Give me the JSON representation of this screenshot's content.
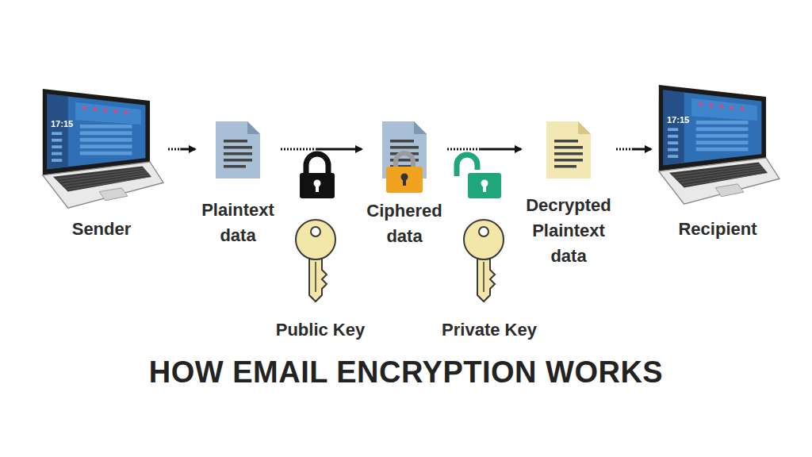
{
  "diagram": {
    "title": "HOW EMAIL ENCRYPTION WORKS",
    "nodes": [
      {
        "text": [
          "Sender"
        ]
      },
      {
        "text": [
          "Plaintext data"
        ]
      },
      {
        "text": [
          "Ciphered data"
        ]
      },
      {
        "text": [
          "Decrypted Plaintext data"
        ]
      },
      {
        "text": [
          "Recipient"
        ]
      }
    ],
    "edges": [
      {
        "from": 0,
        "to": 1,
        "arrow": "to"
      },
      {
        "from": 1,
        "to": 2,
        "arrow": "to"
      },
      {
        "from": 2,
        "to": 3,
        "arrow": "to"
      },
      {
        "from": 3,
        "to": 4,
        "arrow": "to"
      }
    ],
    "labels": [
      "17:15",
      "17:15",
      "Public Key",
      "Private Key"
    ]
  }
}
